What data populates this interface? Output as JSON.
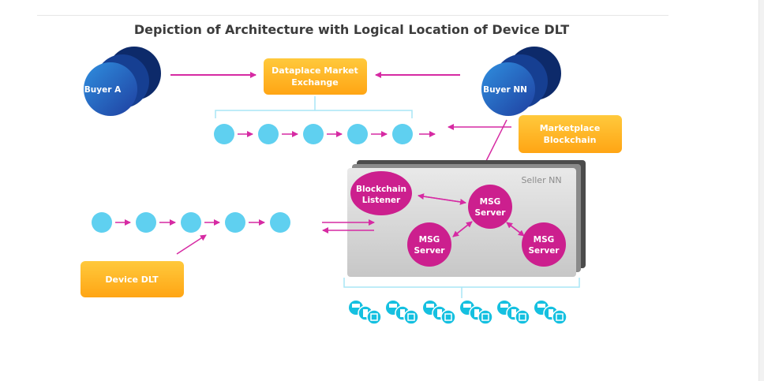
{
  "title": "Depiction of Architecture with Logical Location of Device DLT",
  "nodes": {
    "buyer_a": "Buyer  A",
    "buyer_nn": "Buyer NN",
    "exchange_line1": "Dataplace Market",
    "exchange_line2": "Exchange",
    "marketplace_line1": "Marketplace",
    "marketplace_line2": "Blockchain",
    "device_dlt": "Device DLT",
    "seller_nn": "Seller NN",
    "listener_line1": "Blockchain",
    "listener_line2": "Listener",
    "msg_line1": "MSG",
    "msg_line2": "Server"
  },
  "colors": {
    "background": "#ffffff",
    "title": "#3c3c3c",
    "arrow": "#d62aa3",
    "chain_node": "#5fd0f0",
    "bracket": "#a9e6f5",
    "orange_box": "#ffb81c",
    "buyer_circle": "#2159b8",
    "seller_panel": "#d7d7d7",
    "seller_shadow": "#4b4b4b",
    "msg_circle": "#cc1f8e",
    "device_icon": "#15c0e0"
  }
}
